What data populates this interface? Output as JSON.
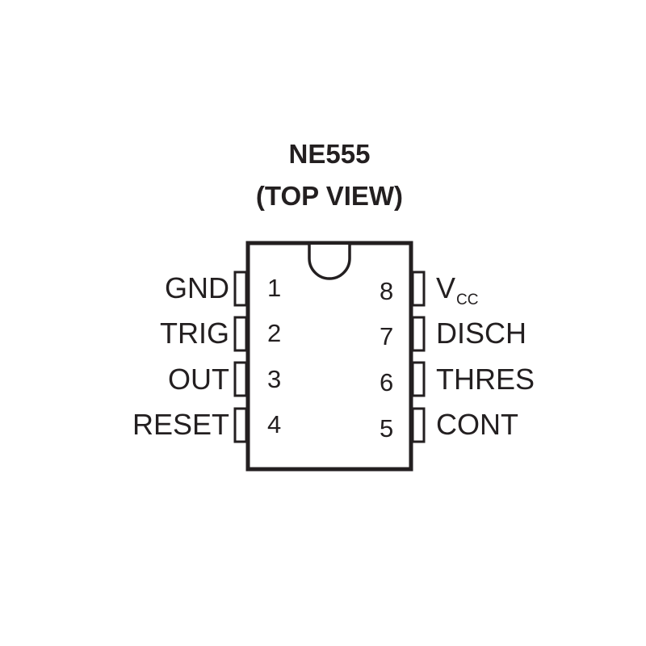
{
  "title": "NE555",
  "subtitle": "(TOP VIEW)",
  "colors": {
    "ink": "#231f20",
    "background": "#ffffff"
  },
  "left_pins": [
    {
      "number": "1",
      "label": "GND"
    },
    {
      "number": "2",
      "label": "TRIG"
    },
    {
      "number": "3",
      "label": "OUT"
    },
    {
      "number": "4",
      "label": "RESET"
    }
  ],
  "right_pins": [
    {
      "number": "8",
      "label": "V",
      "label_sub": "CC"
    },
    {
      "number": "7",
      "label": "DISCH"
    },
    {
      "number": "6",
      "label": "THRES"
    },
    {
      "number": "5",
      "label": "CONT"
    }
  ]
}
